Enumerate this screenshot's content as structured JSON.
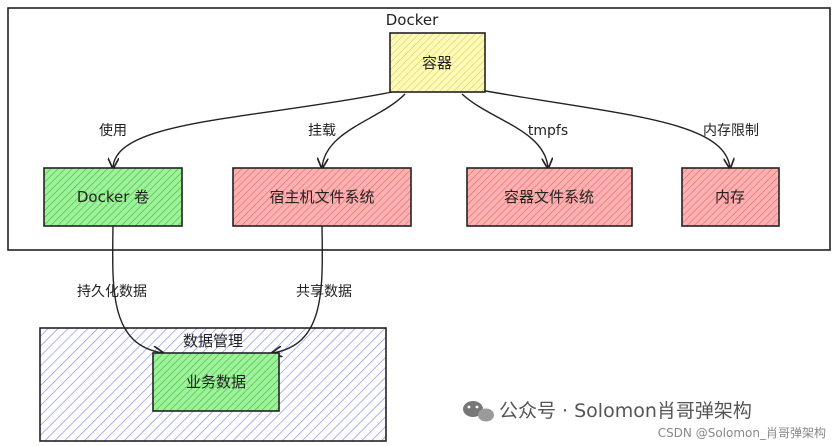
{
  "docker_frame": {
    "label": "Docker"
  },
  "nodes": {
    "container": {
      "label": "容器",
      "fill": "#fff7a6"
    },
    "volume": {
      "label": "Docker 卷",
      "fill": "#8ef08a"
    },
    "host_fs": {
      "label": "宿主机文件系统",
      "fill": "#ff9e9e"
    },
    "container_fs": {
      "label": "容器文件系统",
      "fill": "#ff9e9e"
    },
    "memory": {
      "label": "内存",
      "fill": "#ff9e9e"
    },
    "business_data": {
      "label": "业务数据",
      "fill": "#8ef08a"
    }
  },
  "edges": {
    "use": "使用",
    "mount": "挂载",
    "tmpfs": "tmpfs",
    "mem_limit": "内存限制",
    "persist": "持久化数据",
    "share": "共享数据"
  },
  "data_mgmt": {
    "label": "数据管理",
    "hatch_color": "#8d8ff0"
  },
  "watermark": {
    "text": "公众号 · Solomon肖哥弹架构"
  },
  "credit": {
    "text": "CSDN @Solomon_肖哥弹架构"
  },
  "colors": {
    "stroke": "#222222",
    "hatch_red": "#e06a6a",
    "hatch_green": "#3fb83f",
    "hatch_yellow": "#d8cf55"
  }
}
